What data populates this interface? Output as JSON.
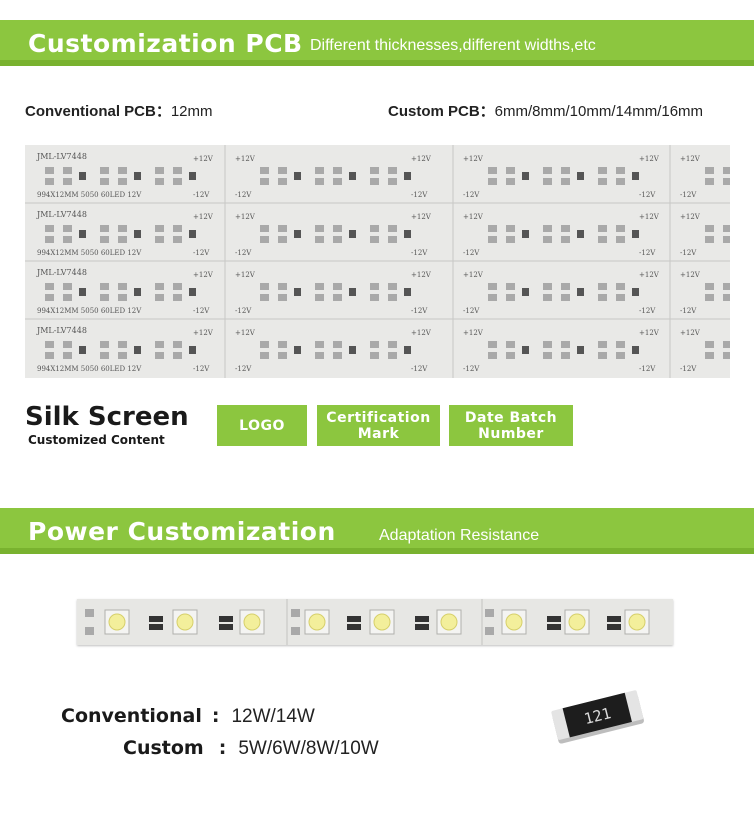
{
  "section1": {
    "title": "Customization  PCB",
    "subtitle": "Different thicknesses,different widths,etc"
  },
  "pcb_spec": {
    "conventional_label": "Conventional PCB：",
    "conventional_value": "12mm",
    "custom_label": "Custom PCB：",
    "custom_value": "6mm/8mm/10mm/14mm/16mm"
  },
  "pcb_photo": {
    "model": "JML-LV7448",
    "spec": "994X12MM 5050 60LED 12V",
    "plus": "+12V",
    "minus": "-12V"
  },
  "silk_screen": {
    "title": "Silk Screen",
    "subtitle": "Customized Content",
    "tags": [
      {
        "line1": "LOGO",
        "line2": ""
      },
      {
        "line1": "Certification",
        "line2": "Mark"
      },
      {
        "line1": "Date Batch",
        "line2": "Number"
      }
    ]
  },
  "section2": {
    "title": "Power  Customization",
    "subtitle": "Adaptation Resistance"
  },
  "power": {
    "conventional_label": "Conventional",
    "conventional_value": "12W/14W",
    "custom_label": "Custom",
    "custom_value": "5W/6W/8W/10W",
    "colon": ":"
  },
  "resistor": {
    "code": "121"
  },
  "colors": {
    "banner": "#8cc63f",
    "pad": "#a9a9a9",
    "board": "#e9e9e7"
  }
}
